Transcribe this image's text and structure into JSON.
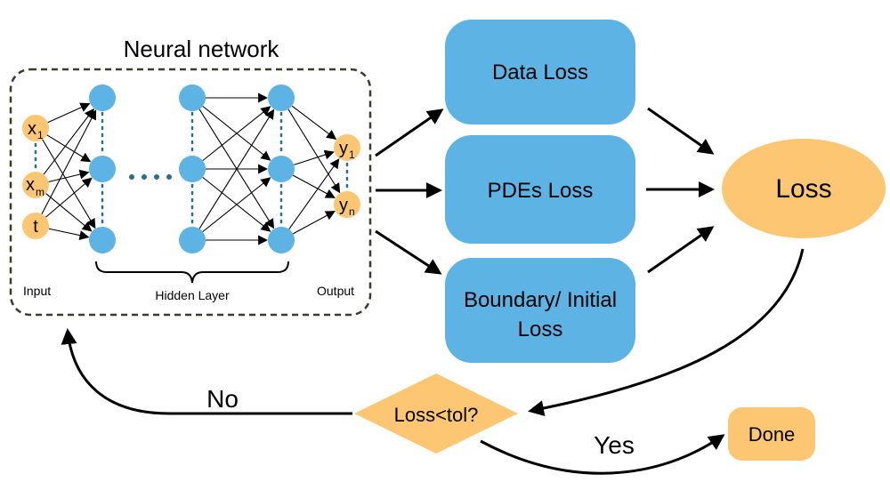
{
  "colors": {
    "loss_box": "#5db3e4",
    "node": "#5db3e4",
    "orange": "#fdc672",
    "stroke": "#000000",
    "dash_border": "#3b3b2e"
  },
  "network": {
    "title": "Neural network",
    "input_label": "Input",
    "hidden_label": "Hidden Layer",
    "output_label": "Output",
    "inputs": [
      {
        "base": "x",
        "sub": "1"
      },
      {
        "base": "x",
        "sub": "m"
      },
      {
        "base": "t",
        "sub": ""
      }
    ],
    "outputs": [
      {
        "base": "y",
        "sub": "1"
      },
      {
        "base": "y",
        "sub": "n"
      }
    ]
  },
  "losses": {
    "data": "Data Loss",
    "pde": "PDEs Loss",
    "boundary_line1": "Boundary/ Initial",
    "boundary_line2": "Loss"
  },
  "total_loss": "Loss",
  "decision": "Loss<tol?",
  "no_label": "No",
  "yes_label": "Yes",
  "done": "Done"
}
